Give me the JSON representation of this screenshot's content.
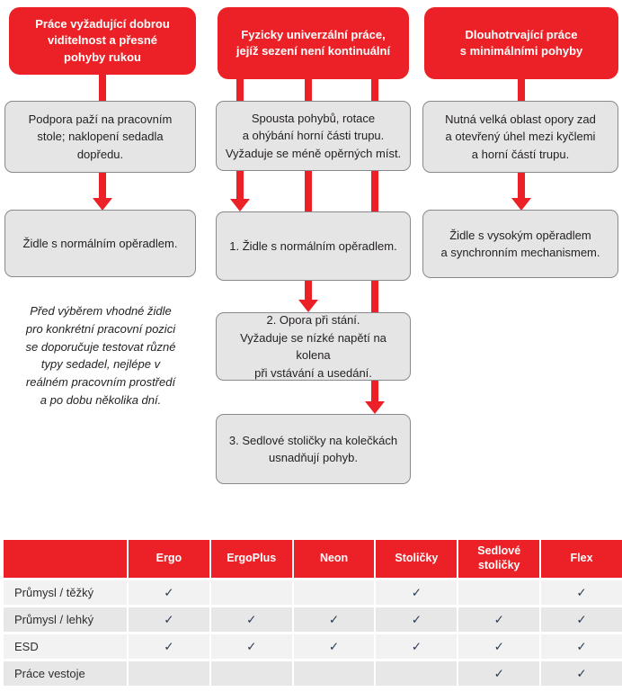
{
  "palette": {
    "red": "#ec2127",
    "box_fill": "#e5e5e6",
    "box_border": "#87898c",
    "row_light": "#f2f2f3",
    "row_dark": "#e7e7e8",
    "check_color": "#2b3b52"
  },
  "flowchart": {
    "col1": {
      "header": "Práce vyžadující dobrou\nviditelnost a přesné\npohyby rukou",
      "support": "Podpora paží na pracovním\nstole; naklopení sedadla\ndopředu.",
      "result": "Židle s normálním opěradlem.",
      "note": "Před výběrem vhodné židle\npro konkrétní pracovní pozici\nse doporučuje testovat různé\ntypy sedadel, nejlépe v\nreálném pracovním prostředí\na po dobu několika dní."
    },
    "col2": {
      "header": "Fyzicky univerzální práce,\njejíž sezení není kontinuální",
      "support": "Spousta pohybů, rotace\na ohýbání horní části trupu.\nVyžaduje se méně opěrných míst.",
      "option1": "1. Židle s normálním opěradlem.",
      "option2": "2. Opora při stání.\nVyžaduje se nízké napětí na kolena\npři vstávání a usedání.",
      "option3": "3. Sedlové stoličky na kolečkách\nusnadňují pohyb."
    },
    "col3": {
      "header": "Dlouhotrvající práce\ns minimálními pohyby",
      "support": "Nutná velká oblast opory zad\na otevřený úhel mezi kyčlemi\na horní částí trupu.",
      "result": "Židle s vysokým opěradlem\na synchronním mechanismem."
    }
  },
  "table": {
    "corner": "",
    "columns": [
      "Ergo",
      "ErgoPlus",
      "Neon",
      "Stoličky",
      "Sedlové\nstoličky",
      "Flex"
    ],
    "rows": [
      {
        "label": "Průmysl / těžký",
        "cells": [
          "✓",
          "",
          "",
          "✓",
          "",
          "✓"
        ]
      },
      {
        "label": "Průmysl / lehký",
        "cells": [
          "✓",
          "✓",
          "✓",
          "✓",
          "✓",
          "✓"
        ]
      },
      {
        "label": "ESD",
        "cells": [
          "✓",
          "✓",
          "✓",
          "✓",
          "✓",
          "✓"
        ]
      },
      {
        "label": "Práce vestoje",
        "cells": [
          "",
          "",
          "",
          "",
          "✓",
          "✓"
        ]
      }
    ]
  }
}
